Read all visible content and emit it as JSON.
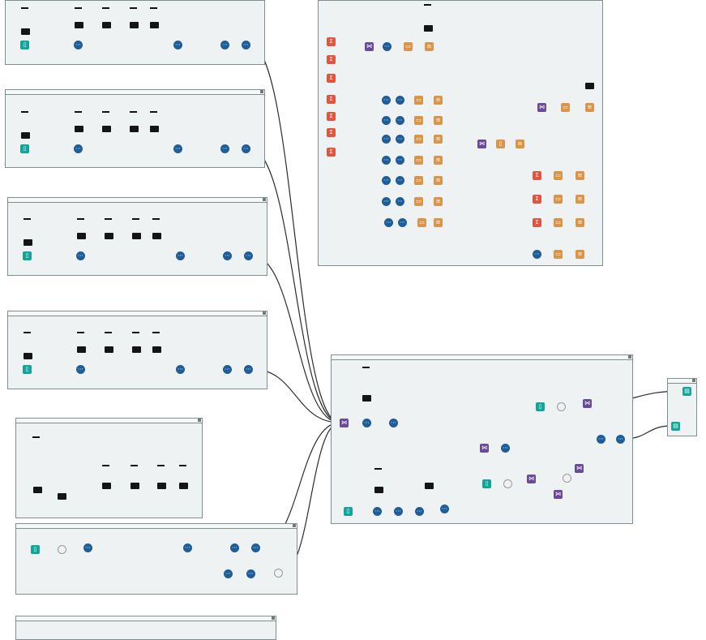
{
  "app": {
    "view": "workflow-canvas"
  },
  "colors": {
    "canvas_bg": "#ffffff",
    "container_bg": "#eef2f3",
    "container_border": "#7f8f8f",
    "wire": "#2b2b2b",
    "tool_blue": "#1f5d99",
    "tool_teal": "#12a59a",
    "tool_orange": "#d9954a",
    "tool_red": "#e0553f",
    "tool_purple": "#6a4b97"
  },
  "containers": [
    {
      "id": "c1",
      "title": ""
    },
    {
      "id": "c2",
      "title": ""
    },
    {
      "id": "c3",
      "title": ""
    },
    {
      "id": "c4",
      "title": ""
    },
    {
      "id": "c5",
      "title": ""
    },
    {
      "id": "c6",
      "title": ""
    },
    {
      "id": "c7",
      "title": ""
    },
    {
      "id": "c8",
      "title": ""
    },
    {
      "id": "c9",
      "title": ""
    },
    {
      "id": "c10",
      "title": ""
    }
  ],
  "tool_types": {
    "input": "input-data-tool",
    "formula": "formula-tool",
    "filter": "filter-tool",
    "select": "select-tool",
    "join": "join-tool",
    "union": "union-tool",
    "summarize": "summarize-tool",
    "text": "text-input-tool",
    "browse": "browse-tool",
    "output": "output-tool",
    "crosstab": "crosstab-tool",
    "sort": "sort-tool",
    "macro": "macro-tool",
    "report": "report-tool"
  }
}
